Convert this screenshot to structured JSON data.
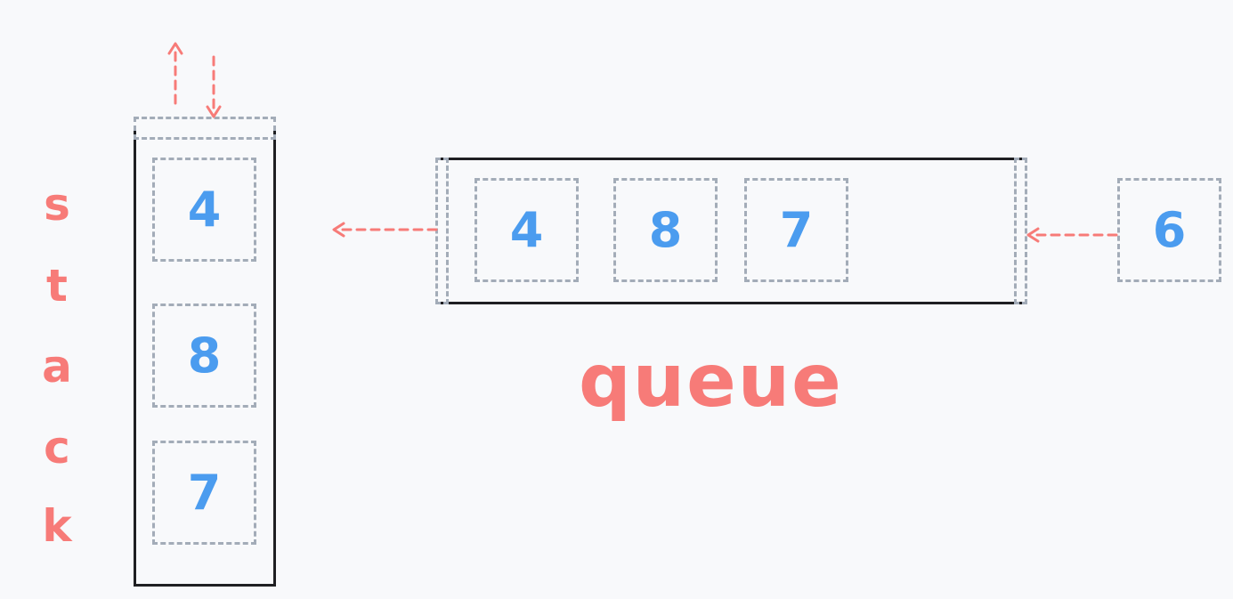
{
  "stack": {
    "label_letters": [
      "s",
      "t",
      "a",
      "c",
      "k"
    ],
    "items": [
      "4",
      "8",
      "7"
    ]
  },
  "queue": {
    "label": "queue",
    "items": [
      "4",
      "8",
      "7"
    ],
    "incoming": "6"
  },
  "colors": {
    "background": "#f8f9fb",
    "label": "#f77b78",
    "item_text": "#4b9cef",
    "dashed_border": "#a3acb8",
    "container_border": "#1f1f22",
    "arrow": "#f77b78"
  }
}
